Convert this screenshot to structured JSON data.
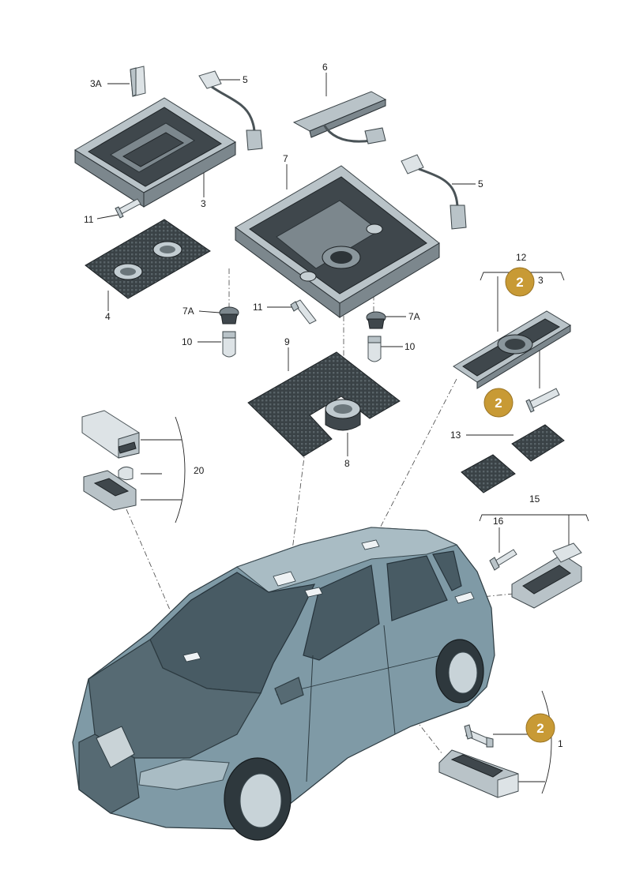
{
  "labels": {
    "l3A": "3A",
    "l5a": "5",
    "l6": "6",
    "l3": "3",
    "l7": "7",
    "l5b": "5",
    "l11a": "11",
    "l4": "4",
    "l12": "12",
    "l3b": "3",
    "l7Aa": "7A",
    "l11b": "11",
    "l7Ab": "7A",
    "l10a": "10",
    "l10b": "10",
    "l9": "9",
    "l13": "13",
    "l20": "20",
    "l8": "8",
    "l15": "15",
    "l16": "16",
    "l1": "1"
  },
  "badges": {
    "b1": "2",
    "b2": "2",
    "b3": "2"
  },
  "colors": {
    "badge": "#c89a35",
    "car": "#7f9aa6",
    "part": "#3f474c"
  }
}
